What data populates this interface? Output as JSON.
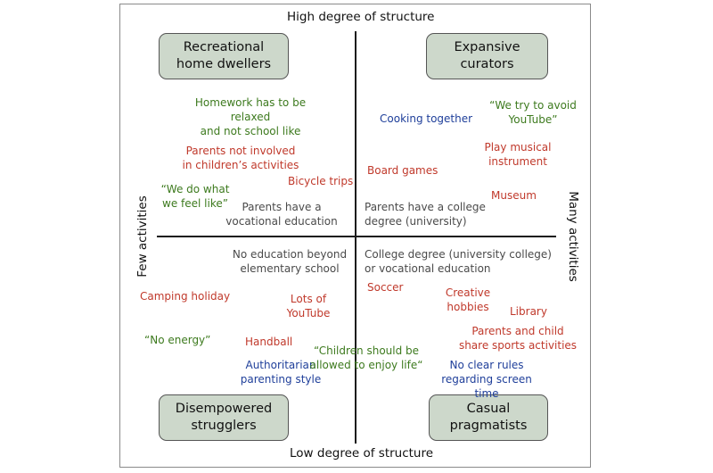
{
  "axes": {
    "top": "High degree of structure",
    "bottom": "Low degree of structure",
    "left": "Few activities",
    "right": "Many activities"
  },
  "quadrants": {
    "top_left": "Recreational\nhome dwellers",
    "top_right": "Expansive\ncurators",
    "bottom_left": "Disempowered\nstrugglers",
    "bottom_right": "Casual\npragmatists"
  },
  "items": {
    "homework": "Homework has to be relaxed\nand not school like",
    "parents_not_involved": "Parents not involved\nin children’s activities",
    "bicycle_trips": "Bicycle trips",
    "we_do_what": "“We do what\nwe feel like”",
    "vocational": "Parents have a\nvocational education",
    "cooking": "Cooking together",
    "avoid_youtube": "“We try to avoid\nYouTube”",
    "musical": "Play musical\ninstrument",
    "board_games": "Board games",
    "museum": "Museum",
    "college_degree": "Parents have a college\ndegree (university)",
    "no_education": "No education beyond\nelementary school",
    "college_or_vocational": "College degree (university college)\nor vocational education",
    "camping": "Camping holiday",
    "lots_youtube": "Lots of\nYouTube",
    "soccer": "Soccer",
    "creative": "Creative\nhobbies",
    "library": "Library",
    "no_energy": "“No energy”",
    "handball": "Handball",
    "enjoy_life": "“Children should be\nallowed to enjoy life“",
    "sports_activities": "Parents and child\nshare sports activities",
    "authoritarian": "Authoritarian\nparenting style",
    "screen_time": "No clear rules\nregarding screen time"
  },
  "colors": {
    "red": "#c0392b",
    "green": "#3d7a1e",
    "blue": "#1f3f9a",
    "gray": "#4a4a4a",
    "box_fill": "#cdd8cb"
  }
}
